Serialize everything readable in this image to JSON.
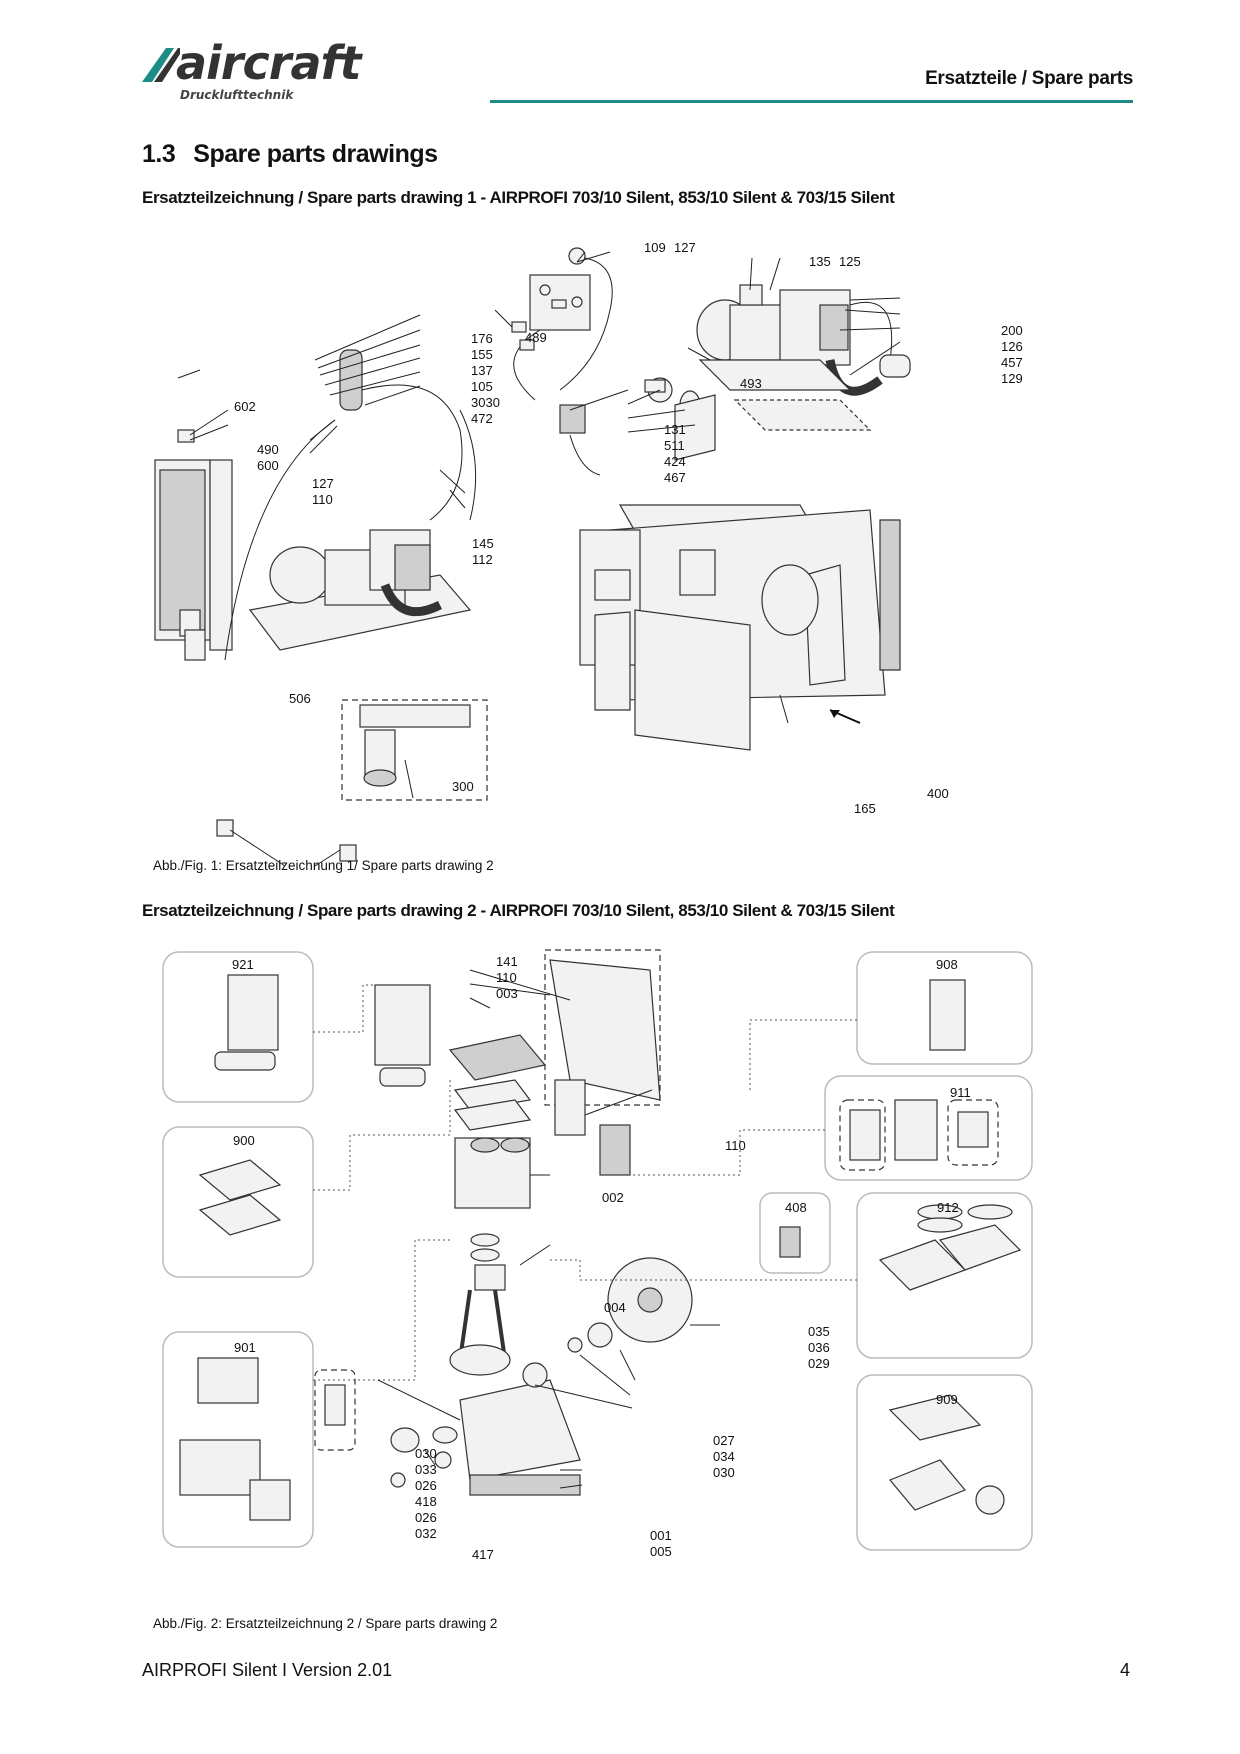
{
  "logo": {
    "wordmark": "aircraft",
    "tagline": "Drucklufttechnik"
  },
  "header": {
    "title": "Ersatzteile / Spare parts"
  },
  "section": {
    "number": "1.3",
    "title": "Spare parts drawings"
  },
  "drawing1": {
    "title": "Ersatzteilzeichnung / Spare parts drawing 1  - AIRPROFI 703/10 Silent, 853/10 Silent & 703/15 Silent",
    "caption": "Abb./Fig. 1: Ersatzteilzeichnung 1/ Spare parts drawing 2",
    "labels": [
      "109",
      "127",
      "135",
      "125",
      "176",
      "155",
      "137",
      "105",
      "3030",
      "472",
      "489",
      "200",
      "126",
      "457",
      "129",
      "493",
      "602",
      "490",
      "600",
      "127",
      "110",
      "131",
      "511",
      "424",
      "467",
      "145",
      "112",
      "506",
      "300",
      "165",
      "400"
    ]
  },
  "drawing2": {
    "title": "Ersatzteilzeichnung / Spare parts drawing 2  - AIRPROFI 703/10 Silent, 853/10 Silent & 703/15 Silent",
    "caption": "Abb./Fig. 2: Ersatzteilzeichnung 2 / Spare parts drawing 2",
    "labels": [
      "921",
      "141",
      "110",
      "003",
      "908",
      "911",
      "900",
      "110",
      "002",
      "408",
      "912",
      "004",
      "901",
      "035",
      "036",
      "029",
      "909",
      "027",
      "034",
      "030",
      "030",
      "033",
      "026",
      "418",
      "026",
      "032",
      "417",
      "001",
      "005"
    ]
  },
  "footer": {
    "left": "AIRPROFI Silent I Version 2.01",
    "page": "4"
  }
}
